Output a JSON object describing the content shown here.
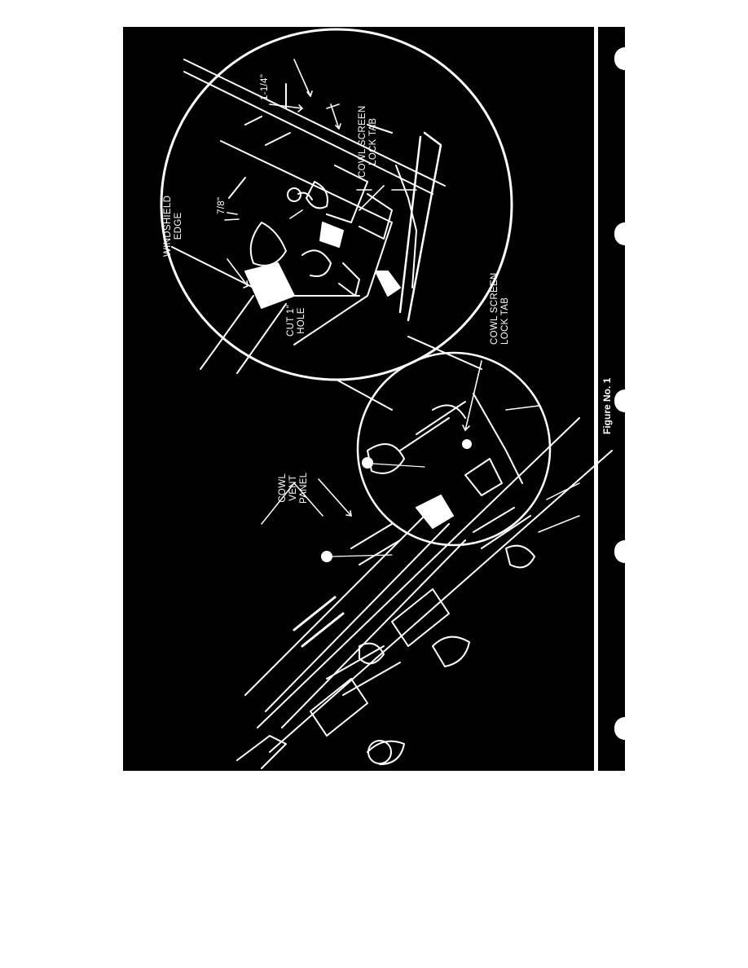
{
  "figure": {
    "caption": "Figure No. 1",
    "labels": {
      "windshield_edge": "WINDSHIELD\nEDGE",
      "dim_seven_eighths": "7/8\"",
      "dim_one_quarter": "1-1/4\"",
      "cowl_screen_lock_tab_detail": "COWL SCREEN\nLOCK TAB",
      "cut_hole": "CUT 1\"\nHOLE",
      "cowl_vent_panel": "COWL\nVENT\nPANEL",
      "cowl_screen_lock_tab_main": "COWL SCREEN\nLOCK TAB"
    }
  },
  "colors": {
    "background": "#000000",
    "line": "#ffffff",
    "page": "#ffffff"
  }
}
